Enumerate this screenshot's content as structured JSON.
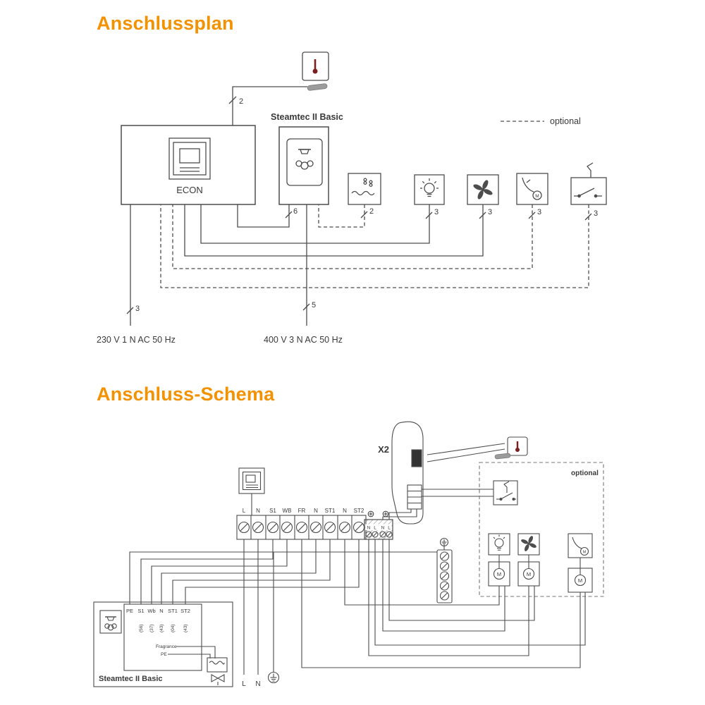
{
  "colors": {
    "accent": "#F39200",
    "line": "#4d4d4d"
  },
  "plan": {
    "title": "Anschlussplan",
    "device_label": "Steamtec II Basic",
    "econ_label": "ECON",
    "optional_label": "optional",
    "valve_motor_label": "M",
    "power_230": "230 V  1 N AC 50 Hz",
    "power_400": "400 V 3 N AC 50 Hz",
    "wire_numbers": {
      "sensor": "2",
      "steam_link": "6",
      "tank": "2",
      "light": "3",
      "fan": "3",
      "valve": "3",
      "switch": "3",
      "power_230": "3",
      "power_400": "5"
    }
  },
  "schema": {
    "title": "Anschluss-Schema",
    "x2_label": "X2",
    "optional_label": "optional",
    "motor_label": "M",
    "terminal_labels": [
      "L",
      "N",
      "S1",
      "WB",
      "FR",
      "N",
      "ST1",
      "N",
      "ST2"
    ],
    "aux_terminal_labels": [
      "N",
      "L",
      "N",
      "L"
    ],
    "bottom_terminal_labels": {
      "l": "L",
      "n": "N"
    },
    "device": {
      "name": "Steamtec II Basic",
      "terminals": [
        "PE",
        "S1",
        "Wb",
        "N",
        "ST1",
        "ST2"
      ],
      "terminal_codes": [
        "(56)",
        "(37)",
        "(43)",
        "(04)",
        "(43)"
      ],
      "fragrance_label": "Fragrance",
      "pe_label": "PE"
    }
  }
}
